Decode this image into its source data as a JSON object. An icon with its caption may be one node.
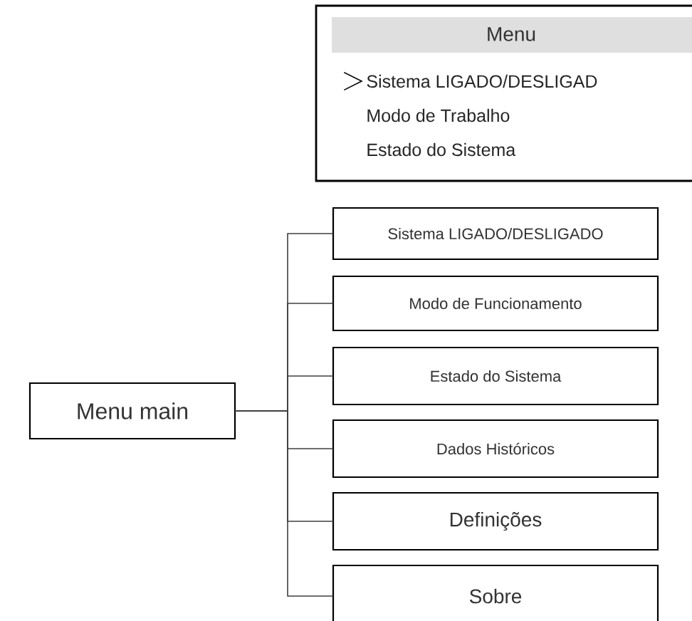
{
  "diagram": {
    "nodes": [
      {
        "text": [
          "Menu",
          "Sistema LIGADO/DESLIGAD",
          "Modo de Trabalho",
          "Estado do Sistema"
        ]
      },
      {
        "text": [
          "Menu main"
        ]
      },
      {
        "text": [
          "Sistema LIGADO/DESLIGADO"
        ]
      },
      {
        "text": [
          "Modo de Funcionamento"
        ]
      },
      {
        "text": [
          "Estado do Sistema"
        ]
      },
      {
        "text": [
          "Dados Históricos"
        ]
      },
      {
        "text": [
          "Definições"
        ]
      },
      {
        "text": [
          "Sobre"
        ]
      }
    ],
    "edges": [
      {
        "from": 1,
        "to": 2,
        "arrow": "none"
      },
      {
        "from": 1,
        "to": 3,
        "arrow": "none"
      },
      {
        "from": 1,
        "to": 4,
        "arrow": "none"
      },
      {
        "from": 1,
        "to": 5,
        "arrow": "none"
      },
      {
        "from": 1,
        "to": 6,
        "arrow": "none"
      },
      {
        "from": 1,
        "to": 7,
        "arrow": "none"
      }
    ]
  }
}
